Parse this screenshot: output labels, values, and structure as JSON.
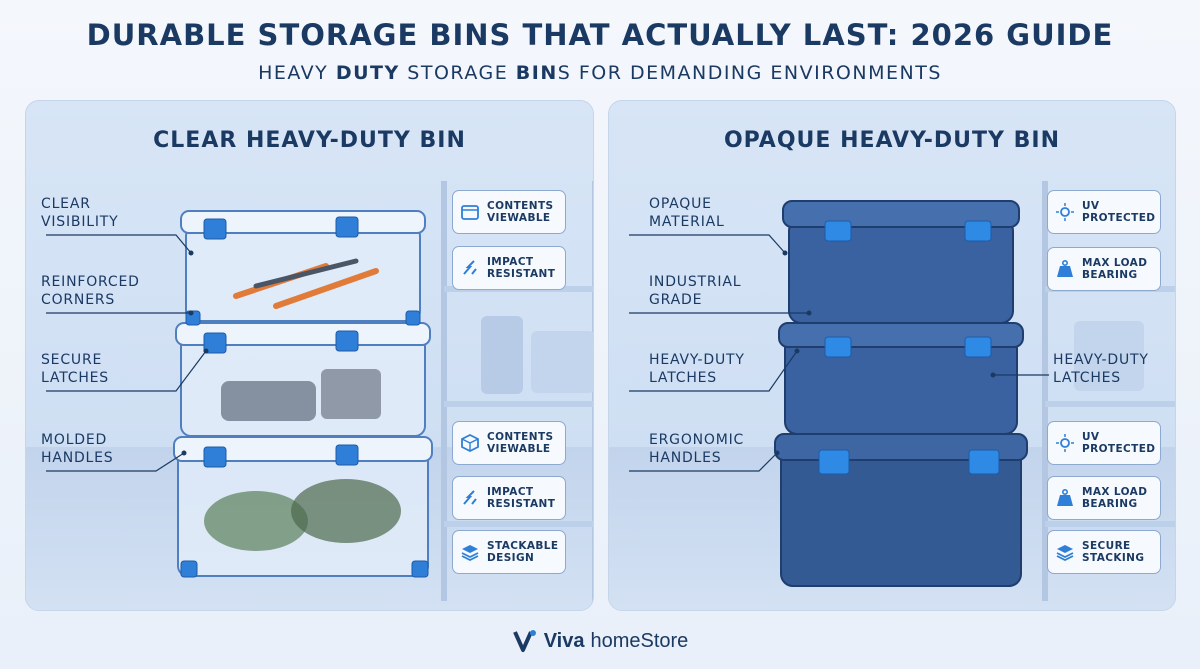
{
  "header": {
    "title": "DURABLE STORAGE BINS THAT ACTUALLY LAST: 2026 GUIDE",
    "subtitle_parts": [
      "HEAVY ",
      "DUTY",
      " STORAGE ",
      "BIN",
      "S FOR DEMANDING ENVIRONMENTS"
    ]
  },
  "left_panel": {
    "title": "CLEAR HEAVY-DUTY BIN",
    "callouts": [
      "CLEAR VISIBILITY",
      "REINFORCED CORNERS",
      "SECURE LATCHES",
      "MOLDED HANDLES"
    ],
    "badges": [
      {
        "icon": "box-icon",
        "label": "CONTENTS VIEWABLE"
      },
      {
        "icon": "impact-icon",
        "label": "IMPACT RESISTANT"
      },
      {
        "icon": "cube-icon",
        "label": "CONTENTS VIEWABLE"
      },
      {
        "icon": "impact-icon",
        "label": "IMPACT RESISTANT"
      },
      {
        "icon": "layers-icon",
        "label": "STACKABLE DESIGN"
      }
    ]
  },
  "right_panel": {
    "title": "OPAQUE HEAVY-DUTY BIN",
    "callouts": [
      "OPAQUE MATERIAL",
      "INDUSTRIAL GRADE",
      "HEAVY-DUTY LATCHES",
      "ERGONOMIC HANDLES"
    ],
    "right_callout": "HEAVY-DUTY LATCHES",
    "badges": [
      {
        "icon": "sun-icon",
        "label": "UV PROTECTED"
      },
      {
        "icon": "weight-icon",
        "label": "MAX LOAD BEARING"
      },
      {
        "icon": "sun-icon",
        "label": "UV PROTECTED"
      },
      {
        "icon": "weight-icon",
        "label": "MAX LOAD BEARING"
      },
      {
        "icon": "layers-icon",
        "label": "SECURE STACKING"
      }
    ]
  },
  "brand": {
    "name_bold": "Viva",
    "name_rest": "homeStore"
  },
  "colors": {
    "navy": "#1b3a63",
    "accent_blue": "#2f7fd8",
    "bin_opaque": "#3a5f9a",
    "panel_bg": "#d7e5f6"
  }
}
